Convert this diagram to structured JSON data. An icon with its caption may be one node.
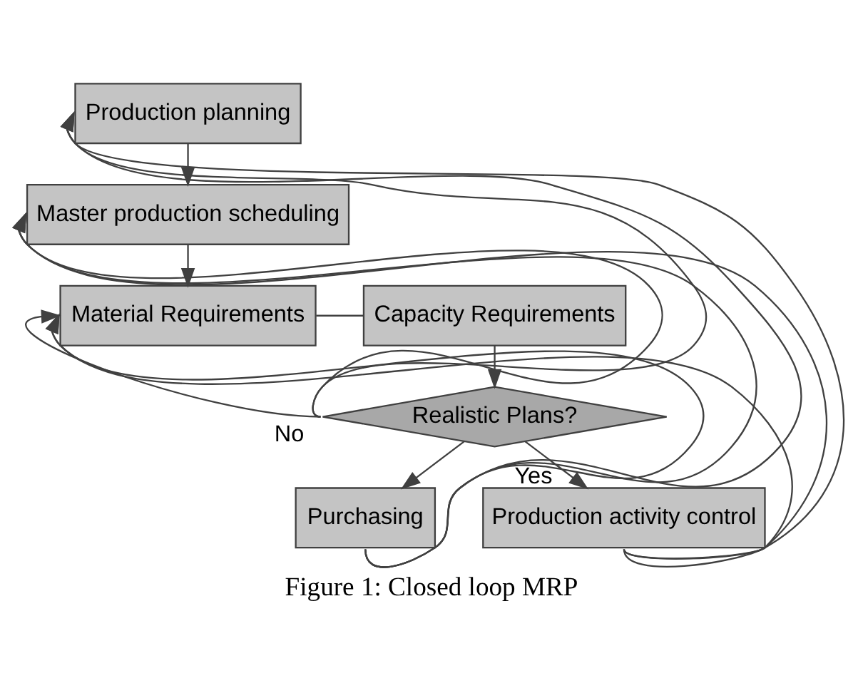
{
  "diagram": {
    "caption": "Figure 1: Closed loop MRP",
    "nodes": [
      {
        "text": [
          "Production planning"
        ]
      },
      {
        "text": [
          "Master production scheduling"
        ]
      },
      {
        "text": [
          "Material Requirements"
        ]
      },
      {
        "text": [
          "Capacity Requirements"
        ]
      },
      {
        "text": [
          "Realistic Plans?"
        ]
      },
      {
        "text": [
          "Purchasing"
        ]
      },
      {
        "text": [
          "Production activity control"
        ]
      }
    ],
    "edges": [
      {
        "from": 0,
        "to": 1,
        "arrow": "to"
      },
      {
        "from": 1,
        "to": 2,
        "arrow": "to"
      },
      {
        "from": 2,
        "to": 3,
        "arrow": "none"
      },
      {
        "from": 3,
        "to": 4,
        "arrow": "to"
      },
      {
        "from": 4,
        "to": 0,
        "arrow": "to",
        "label": "No"
      },
      {
        "from": 4,
        "to": 1,
        "arrow": "to"
      },
      {
        "from": 4,
        "to": 2,
        "arrow": "to"
      },
      {
        "from": 4,
        "to": 5,
        "arrow": "to"
      },
      {
        "from": 4,
        "to": 6,
        "arrow": "to",
        "label": "Yes"
      },
      {
        "from": 5,
        "to": 0,
        "arrow": "to"
      },
      {
        "from": 5,
        "to": 1,
        "arrow": "to"
      },
      {
        "from": 5,
        "to": 2,
        "arrow": "to"
      },
      {
        "from": 6,
        "to": 0,
        "arrow": "to"
      },
      {
        "from": 6,
        "to": 1,
        "arrow": "to"
      },
      {
        "from": 6,
        "to": 2,
        "arrow": "to"
      }
    ]
  }
}
